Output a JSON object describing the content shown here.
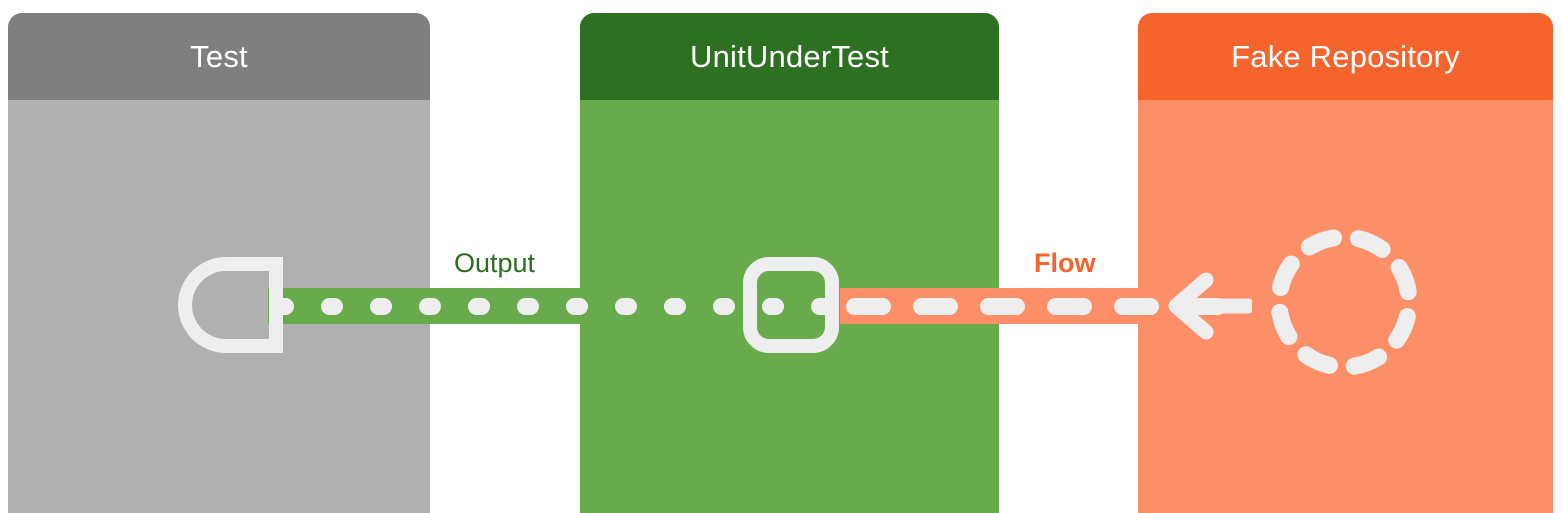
{
  "diagram": {
    "type": "sequence-collaboration-diagram",
    "background_color": "#ffffff",
    "lanes": [
      {
        "id": "test",
        "title": "Test",
        "header_color": "#7f7f7f",
        "body_color": "#b0b0b0",
        "node": {
          "shape": "d-shape",
          "name": "output-assertion-node",
          "stroke_color": "#eeeeee"
        }
      },
      {
        "id": "unit-under-test",
        "title": "UnitUnderTest",
        "header_color": "#2e7022",
        "body_color": "#68ab4d",
        "node": {
          "shape": "rounded-square",
          "name": "unit-under-test-port",
          "stroke_color": "#eeeeee"
        }
      },
      {
        "id": "fake-repository",
        "title": "Fake Repository",
        "header_color": "#f4642c",
        "body_color": "#fc8f67",
        "node": {
          "shape": "dashed-circle",
          "name": "fake-repository-stub",
          "stroke_color": "#eeeeee"
        }
      }
    ],
    "connections": [
      {
        "id": "output",
        "label": "Output",
        "label_color": "#2c6e1f",
        "label_bold": false,
        "band_color": "#68ab4d",
        "dash_style": "dotted",
        "dash_color": "#eeeeee",
        "from": "unit-under-test",
        "to": "test",
        "direction": "right-to-left"
      },
      {
        "id": "flow",
        "label": "Flow",
        "label_color": "#f4642c",
        "label_bold": true,
        "band_color": "#fc8f67",
        "dash_style": "dashed",
        "dash_color": "#eeeeee",
        "from": "fake-repository",
        "to": "unit-under-test",
        "direction": "right-to-left",
        "arrow": "left-arrow"
      }
    ],
    "dashed_circle_segments": 8
  }
}
